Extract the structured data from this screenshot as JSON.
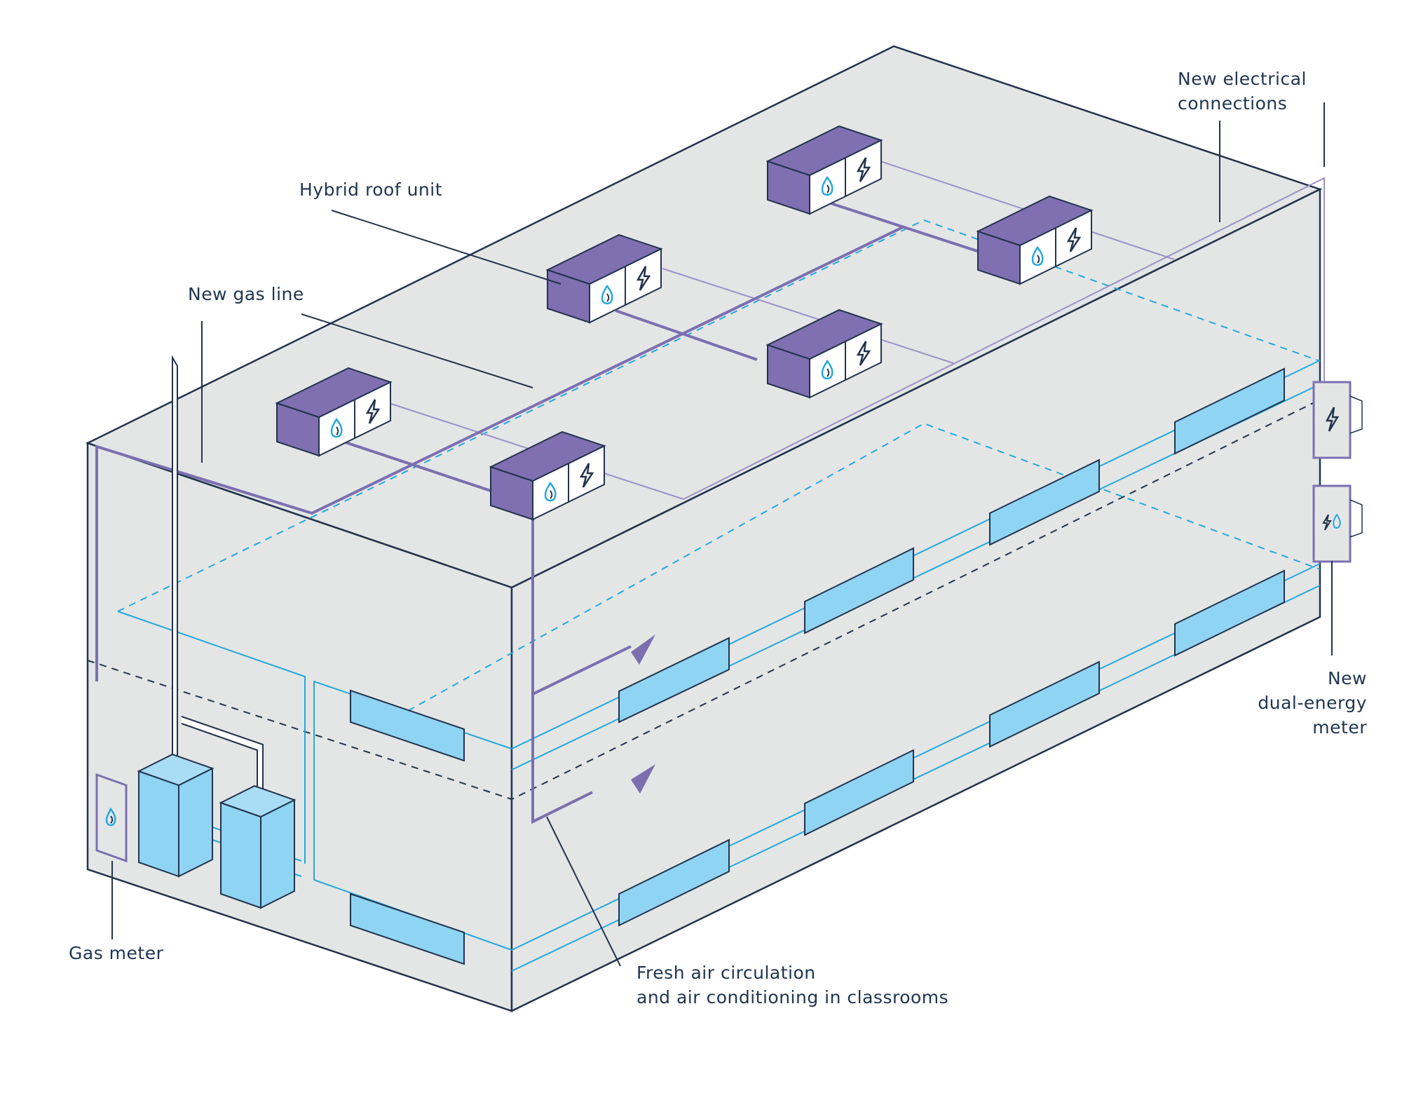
{
  "labels": {
    "hybrid_roof_unit": "Hybrid roof unit",
    "new_gas_line": "New gas line",
    "new_electrical_connections": [
      "New electrical",
      "connections"
    ],
    "new_dual_energy_meter": [
      "New",
      "dual-energy",
      "meter"
    ],
    "gas_meter": "Gas meter",
    "fresh_air": [
      "Fresh air circulation",
      "and air conditioning in classrooms"
    ]
  },
  "colors": {
    "building_fill": "#e4e6e6",
    "outline": "#22334d",
    "purple_pipe": "#7c6fb0",
    "unit_purple": "#8070b2",
    "duct_blue": "#25a8dc",
    "vent_fill": "#8fd4f3",
    "label_text": "#1f3550"
  },
  "icons": [
    "flame-icon",
    "lightning-icon",
    "dual-energy-icon"
  ]
}
